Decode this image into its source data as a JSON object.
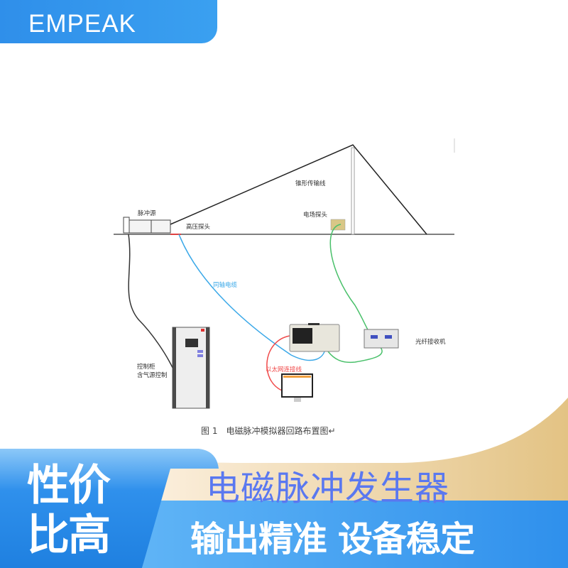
{
  "brand": {
    "name": "EMPEAK"
  },
  "diagram": {
    "labels": {
      "pulse_source": "脉冲源",
      "hv_probe": "高压探头",
      "cone_line": "锥形传输线",
      "field_probe": "电场探头",
      "coax": "同轴电缆",
      "cabinet_1": "控制柜",
      "cabinet_2": "含气源控制",
      "fiber_receiver": "光纤接收机",
      "ethernet": "以太网连接线"
    },
    "caption": "图 1　电磁脉冲模拟器回路布置图↵",
    "colors": {
      "coax": "#3aa8e8",
      "fiber": "#49c06a",
      "ethernet": "#f04a4a",
      "control": "#333333"
    }
  },
  "banner": {
    "left_line1": "性价",
    "left_line2": "比高",
    "title": "电磁脉冲发生器",
    "subtitle": "输出精准 设备稳定",
    "colors": {
      "blue": "#2f90ec",
      "beige": "#e8c98e",
      "title": "#5a78f0"
    }
  }
}
